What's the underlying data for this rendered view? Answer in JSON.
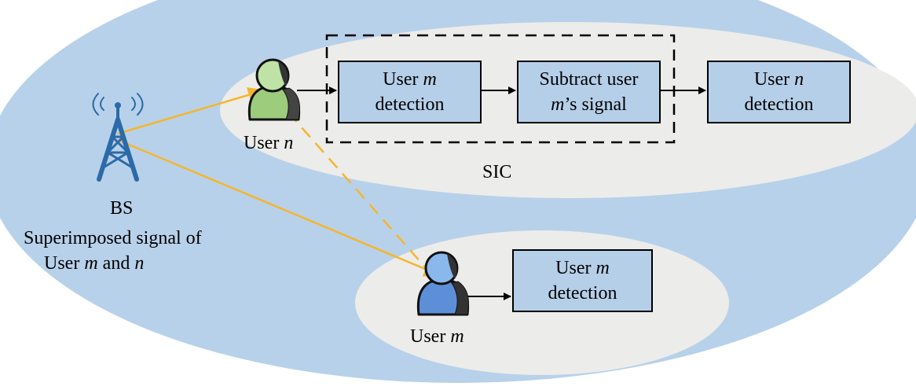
{
  "colors": {
    "outer_cell": "#b8d1ea",
    "inner_region": "#ececea",
    "block_fill": "#b6cfe9",
    "signal_arrow": "#f5b52d",
    "tower": "#2c6aa8",
    "user_n_body": "#9ccc7c",
    "user_m_body": "#5c8fd8"
  },
  "icons": {
    "base_station": "antenna-tower-icon",
    "user": "person-icon"
  },
  "bs_label": "BS",
  "superimposed": {
    "line1": "Superimposed signal of",
    "line2_a": "User ",
    "line2_m": "m",
    "line2_b": " and ",
    "line2_n": "n"
  },
  "user_n": {
    "prefix": "User ",
    "var": "n"
  },
  "user_m": {
    "prefix": "User ",
    "var": "m"
  },
  "sic_label": "SIC",
  "blocks": {
    "user_m_detection": {
      "l1_a": "User ",
      "l1_var": "m",
      "l2": "detection"
    },
    "subtract": {
      "l1": "Subtract user",
      "l2_var": "m",
      "l2_rest": "’s signal"
    },
    "user_n_detection": {
      "l1_a": "User ",
      "l1_var": "n",
      "l2": "detection"
    },
    "user_m_detection_2": {
      "l1_a": "User ",
      "l1_var": "m",
      "l2": "detection"
    }
  }
}
